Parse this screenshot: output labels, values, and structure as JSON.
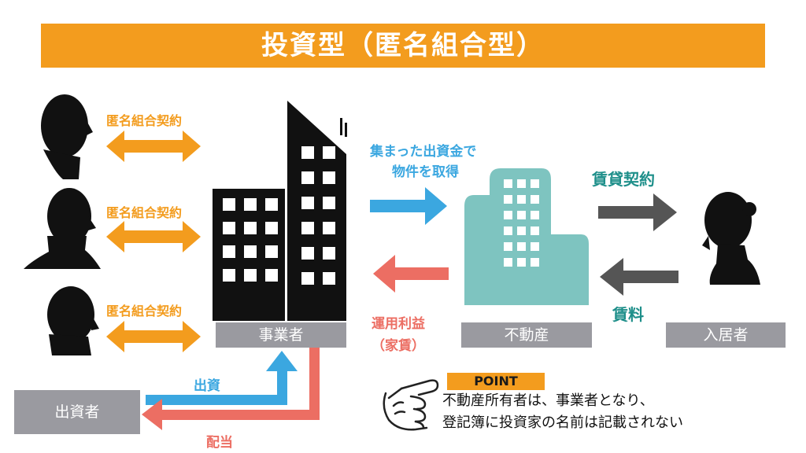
{
  "title": "投資型（匿名組合型）",
  "contract_label": "匿名組合契約",
  "acquire_text": [
    "集まった出資金で",
    "物件を取得"
  ],
  "lease_contract": "賃貸契約",
  "rent": "賃料",
  "profit_text": [
    "運用利益",
    "（家賃）"
  ],
  "boxes": {
    "operator": "事業者",
    "real_estate": "不動産",
    "tenant": "入居者",
    "investor": "出資者"
  },
  "investment": "出資",
  "dividend": "配当",
  "point": {
    "badge": "POINT",
    "lines": [
      "不動産所有者は、事業者となり、",
      "登記簿に投資家の名前は記載されない"
    ]
  },
  "colors": {
    "orange": "#F39C1E",
    "blue": "#3BA7E0",
    "red": "#EC6E63",
    "teal": "#7EC4C0",
    "teal_text": "#1E8F8A",
    "dark_gray": "#555555",
    "box_gray": "#9A9AA0",
    "black": "#111111"
  }
}
